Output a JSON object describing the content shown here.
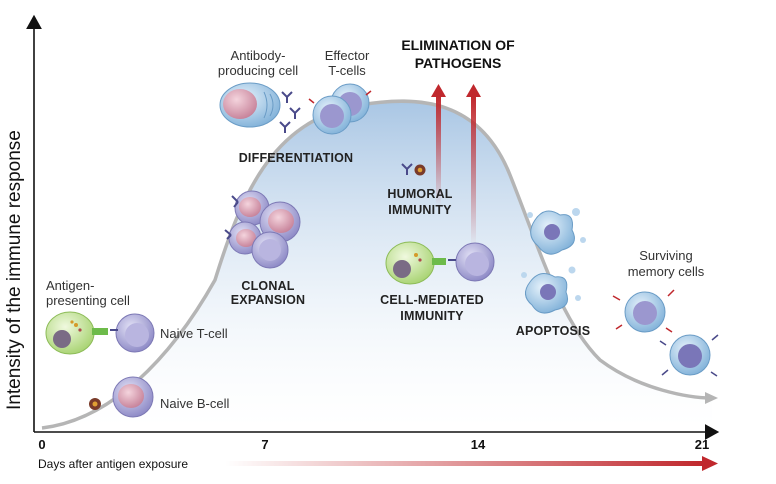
{
  "axis": {
    "y_label": "Intensity of the immune response",
    "x_label": "Days after antigen exposure",
    "ticks": [
      "0",
      "7",
      "14",
      "21"
    ]
  },
  "labels": {
    "antigen_presenting_line1": "Antigen-",
    "antigen_presenting_line2": "presenting cell",
    "naive_t": "Naive T-cell",
    "naive_b": "Naive B-cell",
    "antibody_line1": "Antibody-",
    "antibody_line2": "producing cell",
    "effector_line1": "Effector",
    "effector_line2": "T-cells",
    "elimination_line1": "ELIMINATION OF",
    "elimination_line2": "PATHOGENS",
    "differentiation": "DIFFERENTIATION",
    "clonal_line1": "CLONAL",
    "clonal_line2": "EXPANSION",
    "humoral_line1": "HUMORAL",
    "humoral_line2": "IMMUNITY",
    "cell_mediated_line1": "CELL-MEDIATED",
    "cell_mediated_line2": "IMMUNITY",
    "apoptosis": "APOPTOSIS",
    "surviving_line1": "Surviving",
    "surviving_line2": "memory cells"
  },
  "colors": {
    "curve": "#b5b5b5",
    "fill_top": "#a9c6e4",
    "fill_bottom": "#ffffff",
    "arrow_red": "#c0282d",
    "cell_purple": "#a9a6d6",
    "cell_pink": "#e0a5b7",
    "apc_green": "#c8e49c"
  }
}
